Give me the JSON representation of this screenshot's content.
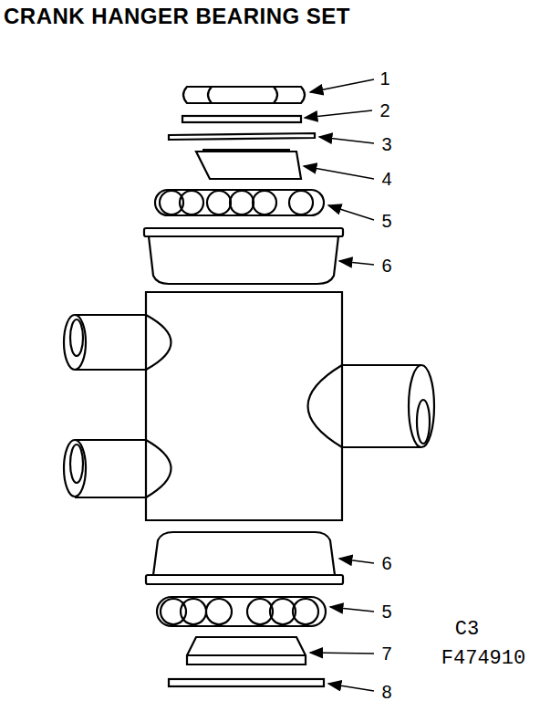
{
  "diagram": {
    "title": "CRANK HANGER BEARING SET",
    "labels": [
      "1",
      "2",
      "3",
      "4",
      "5",
      "6",
      "6",
      "5",
      "7",
      "8",
      "C3",
      "F474910"
    ]
  }
}
